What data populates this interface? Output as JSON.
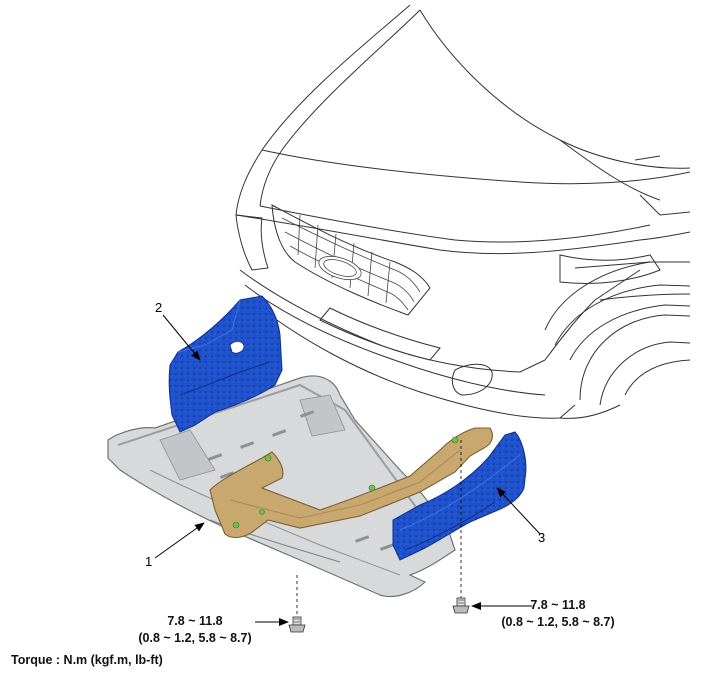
{
  "callouts": {
    "part_1": "1",
    "part_2": "2",
    "part_3": "3"
  },
  "torque_left": {
    "line1": "7.8 ~ 11.8",
    "line2": "(0.8 ~ 1.2, 5.8 ~ 8.7)"
  },
  "torque_right": {
    "line1": "7.8 ~ 11.8",
    "line2": "(0.8 ~ 1.2, 5.8 ~ 8.7)"
  },
  "torque_note": "Torque : N.m (kgf.m, lb-ft)",
  "colors": {
    "car_outline": "#333333",
    "under_cover": "#d7d9db",
    "under_cover_edge": "#6f7377",
    "side_cover": "#1d4ec7",
    "side_cover_dark": "#0f2f8a",
    "crossmember": "#c9a870",
    "crossmember_edge": "#7a5f33",
    "bolt_marker": "#6fbf4a"
  },
  "icons": {
    "bolt": "hex-flange-bolt-icon",
    "arrow": "leader-arrow-icon"
  }
}
